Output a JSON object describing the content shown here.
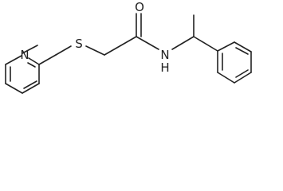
{
  "molecule": {
    "atoms": {
      "pyridine_n": "N",
      "sulfur": "S",
      "carbonyl_o": "O",
      "amide_n": "N",
      "amide_h": "H"
    }
  }
}
